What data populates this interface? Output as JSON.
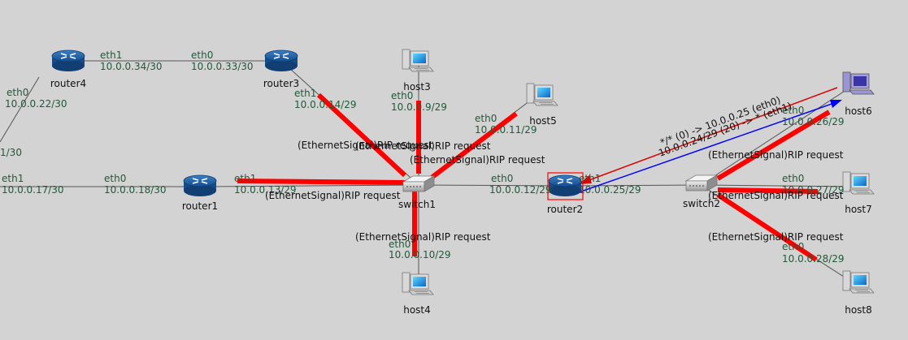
{
  "colors": {
    "background": "#d3d3d3",
    "link": "#555555",
    "iface_label": "#1f5a3a",
    "rip_flash": "#ff0000",
    "ping_request": "#e00000",
    "ping_reply": "#0000ff",
    "selection": "#ff0000"
  },
  "nodes": {
    "router4": "router4",
    "router3": "router3",
    "router1": "router1",
    "router2": "router2",
    "switch1": "switch1",
    "switch2": "switch2",
    "host3": "host3",
    "host4": "host4",
    "host5": "host5",
    "host6": "host6",
    "host7": "host7",
    "host8": "host8"
  },
  "ifaces": {
    "r4_eth0_name": "eth0",
    "r4_eth0_ip": "10.0.0.22/30",
    "r4_eth1_name": "eth1",
    "r4_eth1_ip": "10.0.0.34/30",
    "r3_eth0_name": "eth0",
    "r3_eth0_ip": "10.0.0.33/30",
    "r3_eth1_name": "eth1",
    "r3_eth1_ip": "10.0.0.14/29",
    "left_ip": "1/30",
    "left_eth1_name": "eth1",
    "left_eth1_ip": "10.0.0.17/30",
    "r1_eth0_name": "eth0",
    "r1_eth0_ip": "10.0.0.18/30",
    "r1_eth1_name": "eth1",
    "r1_eth1_ip": "10.0.0.13/29",
    "h3_eth0_name": "eth0",
    "h3_eth0_ip": "10.0.0.9/29",
    "h5_eth0_name": "eth0",
    "h5_eth0_ip": "10.0.0.11/29",
    "h4_eth0_name": "eth0",
    "h4_eth0_ip": "10.0.0.10/29",
    "r2_eth0_name": "eth0",
    "r2_eth0_ip": "10.0.0.12/29",
    "r2_eth1_name": "eth1",
    "r2_eth1_ip": "10.0.0.25/29",
    "h6_eth0_name": "eth0",
    "h6_eth0_ip": "10.0.0.26/29",
    "h7_eth0_name": "eth0",
    "h7_eth0_ip": "10.0.0.27/29",
    "h8_eth0_name": "eth0",
    "h8_eth0_ip": "10.0.0.28/29"
  },
  "messages": {
    "rip_request": "(EthernetSignal)RIP request",
    "ping_request": "*/* (0) -> 10.0.0.25 (eth0)",
    "ping_reply": "10.0.0.24/29 (20) -> * (eth1)"
  }
}
